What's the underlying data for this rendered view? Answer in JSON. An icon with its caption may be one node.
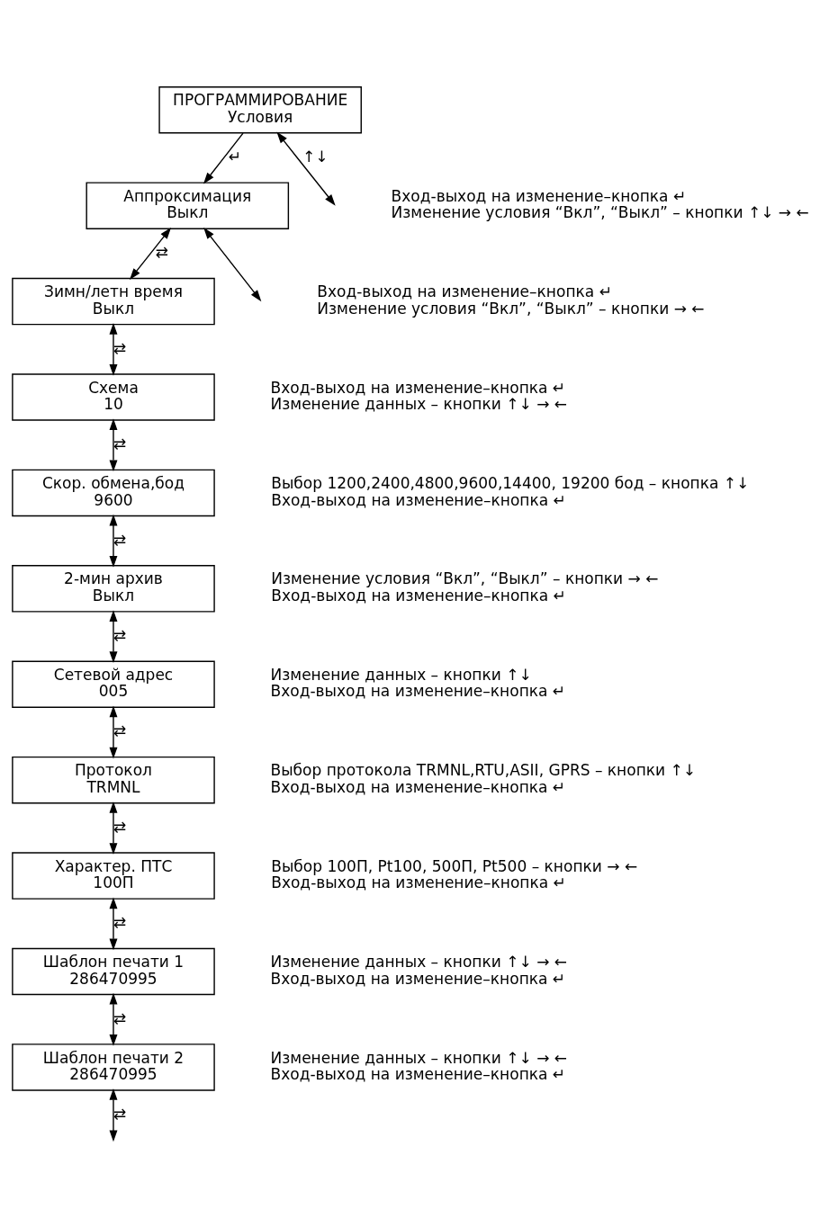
{
  "diagram": {
    "nodes": [
      {
        "text": [
          "ПРОГРАММИРОВАНИЕ",
          "Условия"
        ]
      },
      {
        "text": [
          "Аппроксимация",
          "Выкл"
        ],
        "beside": [
          "Вход-выход на изменение–кнопка ↵",
          "Изменение условия “Вкл”, “Выкл” – кнопки ↑↓ → ←"
        ]
      },
      {
        "text": [
          "Зимн/летн время",
          "Выкл"
        ],
        "beside": [
          "Вход-выход на изменение–кнопка ↵",
          "Изменение условия “Вкл”, “Выкл” – кнопки → ←"
        ]
      },
      {
        "text": [
          "Схема",
          "10"
        ],
        "beside": [
          "Вход-выход на изменение–кнопка ↵",
          "Изменение данных – кнопки ↑↓ → ←"
        ]
      },
      {
        "text": [
          "Скор. обмена,бод",
          "9600"
        ],
        "beside": [
          "Выбор 1200,2400,4800,9600,14400, 19200 бод – кнопка ↑↓",
          "Вход-выход на изменение–кнопка ↵"
        ]
      },
      {
        "text": [
          "2-мин архив",
          "Выкл"
        ],
        "beside": [
          "Изменение условия “Вкл”, “Выкл” – кнопки → ←",
          "Вход-выход на изменение–кнопка ↵"
        ]
      },
      {
        "text": [
          "Сетевой адрес",
          "005"
        ],
        "beside": [
          "Изменение данных – кнопки ↑↓",
          "Вход-выход на изменение–кнопка ↵"
        ]
      },
      {
        "text": [
          "Протокол",
          "TRMNL"
        ],
        "beside": [
          "Выбор протокола TRMNL,RTU,ASII, GPRS – кнопки ↑↓",
          "Вход-выход на изменение–кнопка ↵"
        ]
      },
      {
        "text": [
          "Характер. ПТС",
          "100П"
        ],
        "beside": [
          "Выбор 100П, Pt100, 500П, Pt500 – кнопки → ←",
          "Вход-выход на изменение–кнопка ↵"
        ]
      },
      {
        "text": [
          "Шаблон печати 1",
          "286470995"
        ],
        "beside": [
          "Изменение данных – кнопки ↑↓ → ←",
          "Вход-выход на изменение–кнопка ↵"
        ]
      },
      {
        "text": [
          "Шаблон печати 2",
          "286470995"
        ],
        "beside": [
          "Изменение данных – кнопки ↑↓ → ←",
          "Вход-выход на изменение–кнопка ↵"
        ]
      }
    ],
    "edges": [
      {
        "from": 0,
        "to": 1,
        "arrow": "to",
        "label": "↵"
      },
      {
        "from": null,
        "to": 0,
        "arrow": "both",
        "label": "↑↓"
      },
      {
        "from": null,
        "to": 1,
        "arrow": "both"
      },
      {
        "from": 1,
        "to": 2,
        "arrow": "both",
        "label": "⇄"
      },
      {
        "from": 2,
        "to": 3,
        "arrow": "both",
        "label": "⇄"
      },
      {
        "from": 3,
        "to": 4,
        "arrow": "both",
        "label": "⇄"
      },
      {
        "from": 4,
        "to": 5,
        "arrow": "both",
        "label": "⇄"
      },
      {
        "from": 5,
        "to": 6,
        "arrow": "both",
        "label": "⇄"
      },
      {
        "from": 6,
        "to": 7,
        "arrow": "both",
        "label": "⇄"
      },
      {
        "from": 7,
        "to": 8,
        "arrow": "both",
        "label": "⇄"
      },
      {
        "from": 8,
        "to": 9,
        "arrow": "both",
        "label": "⇄"
      },
      {
        "from": 9,
        "to": 10,
        "arrow": "both",
        "label": "⇄"
      },
      {
        "from": 10,
        "to": null,
        "arrow": "both",
        "label": "⇄"
      }
    ]
  }
}
